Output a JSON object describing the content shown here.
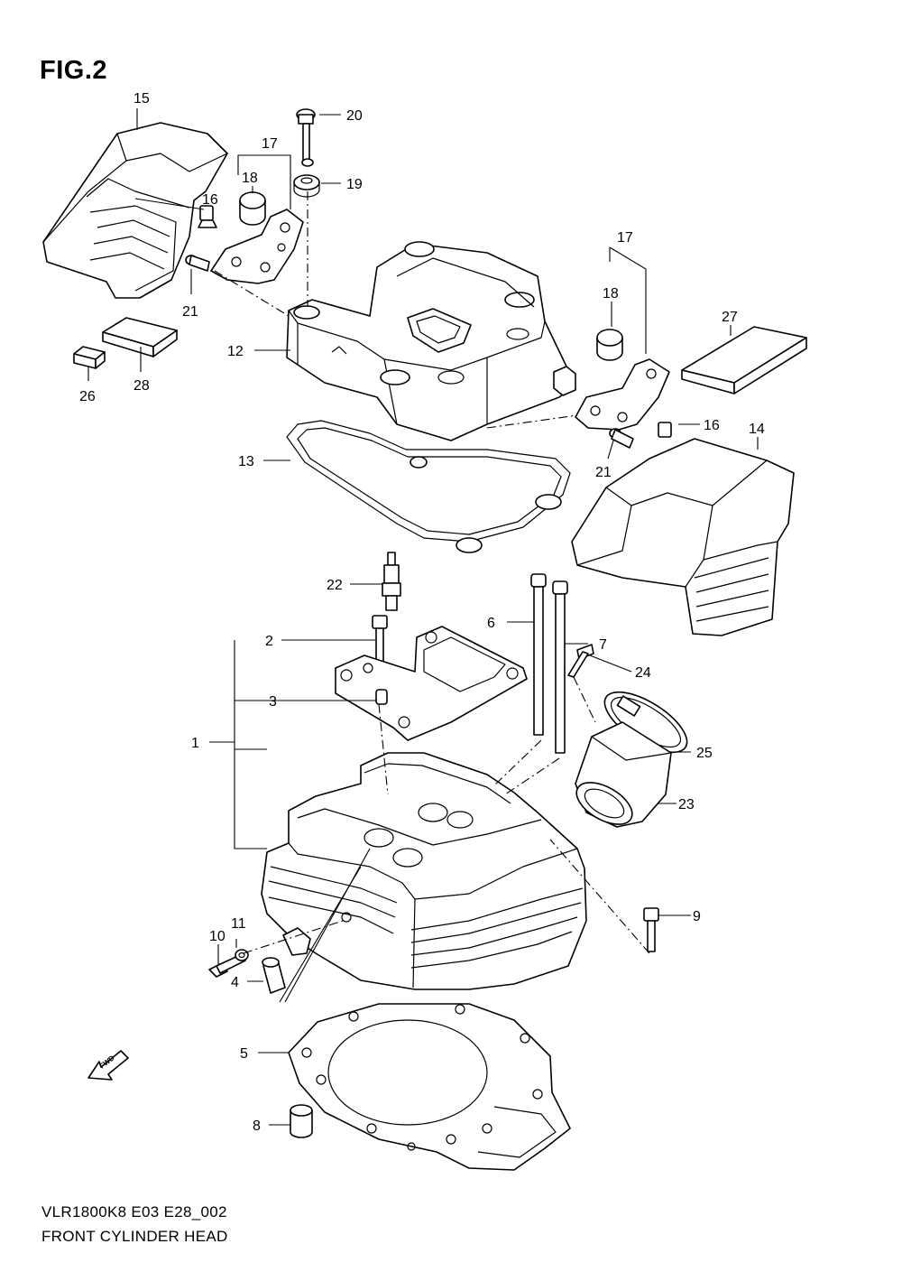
{
  "figure": {
    "title": "FIG.2",
    "code": "VLR1800K8 E03 E28_002",
    "name": "FRONT CYLINDER HEAD",
    "fwd_label": "FWD"
  },
  "callouts": {
    "c1": "1",
    "c2": "2",
    "c3": "3",
    "c4": "4",
    "c5": "5",
    "c6": "6",
    "c7": "7",
    "c8": "8",
    "c9": "9",
    "c10": "10",
    "c11": "11",
    "c12": "12",
    "c13": "13",
    "c14": "14",
    "c15": "15",
    "c16a": "16",
    "c16b": "16",
    "c17a": "17",
    "c17b": "17",
    "c18a": "18",
    "c18b": "18",
    "c19": "19",
    "c20": "20",
    "c21a": "21",
    "c21b": "21",
    "c22": "22",
    "c23": "23",
    "c24": "24",
    "c25": "25",
    "c26": "26",
    "c27": "27",
    "c28": "28"
  }
}
